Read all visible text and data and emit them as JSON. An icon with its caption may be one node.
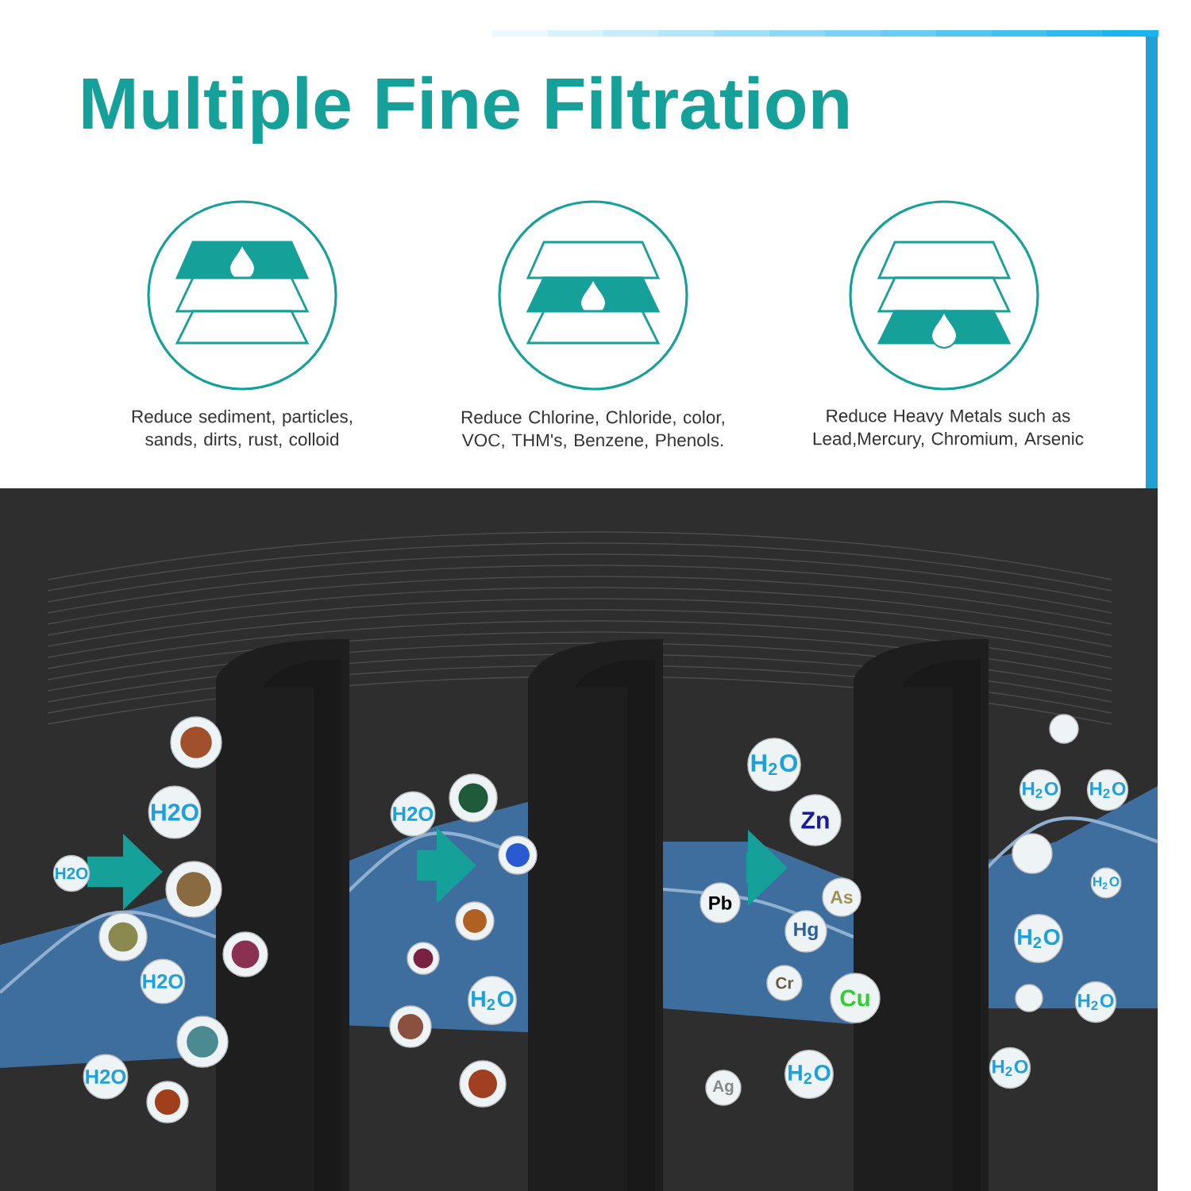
{
  "diagram": {
    "title": "Multiple Fine Filtration",
    "labels": [
      "Reduce sediment, particles, sands, dirts, rust, colloid",
      "Reduce Chlorine, Chloride, color, VOC, THM's, Benzene, Phenols.",
      "Reduce Heavy Metals such as Lead,Mercury, Chromium, Arsenic",
      "H2O",
      "H2O",
      "H2O",
      "H2O",
      "H2O",
      "H$_{2}$O",
      "H$_{2}$O",
      "Zn",
      "Pb",
      "As",
      "Hg",
      "Cr",
      "Cu",
      "Ag",
      "H$_{2}$O",
      "H$_{2}$O",
      "H$_{2}$O",
      "H$_{2}$O",
      "H$_{2}$O",
      "H$_{2}$O",
      "H$_{2}$O"
    ]
  }
}
